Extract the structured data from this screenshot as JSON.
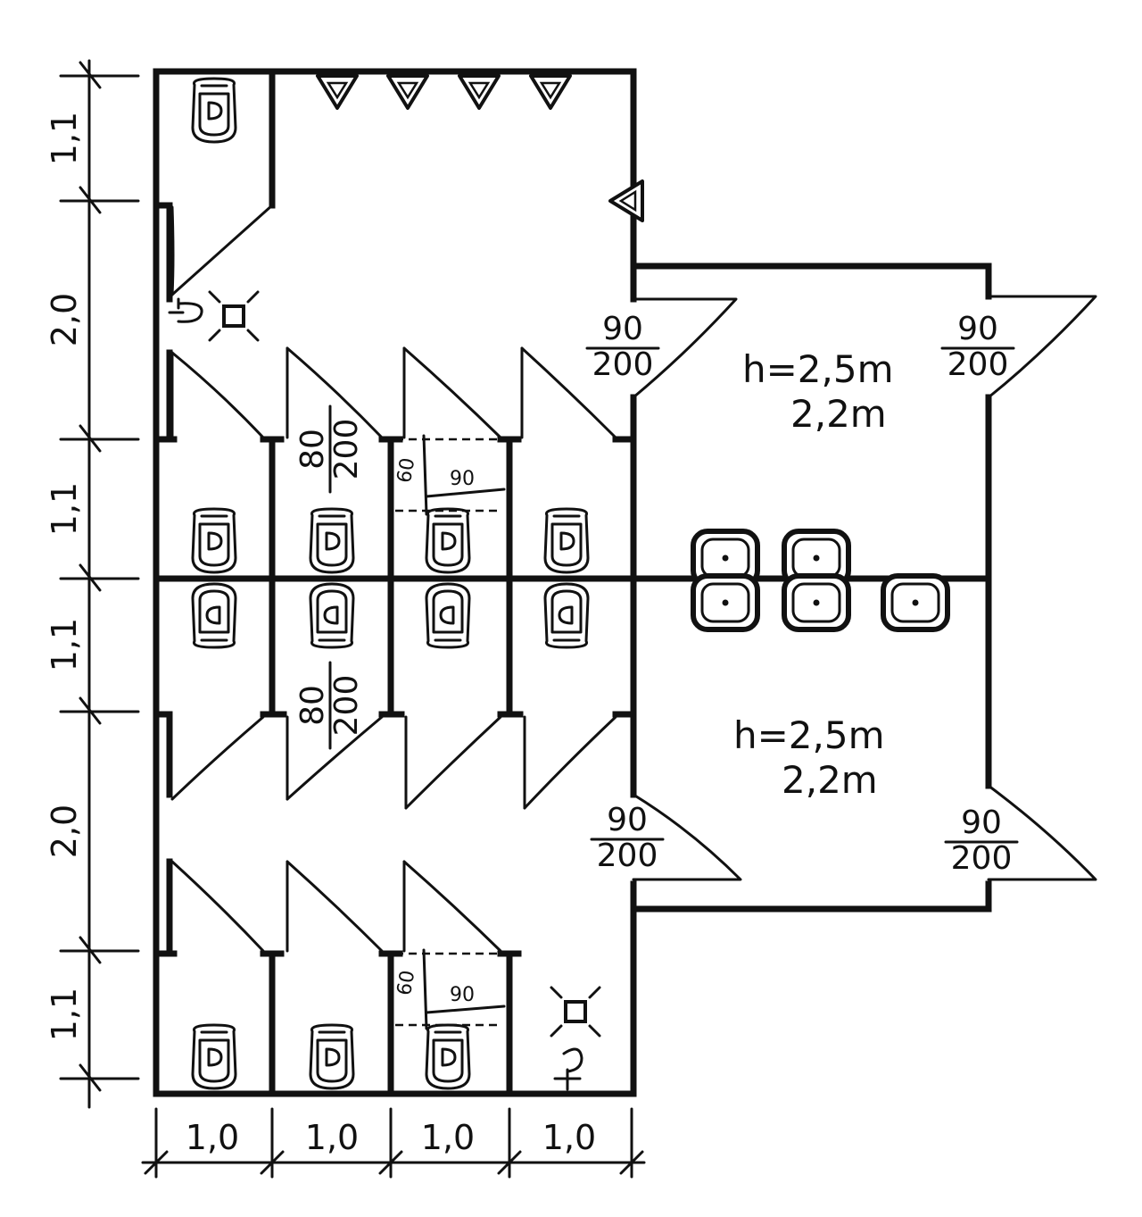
{
  "dimensions": {
    "vertical": [
      "1,1",
      "2,0",
      "1,1",
      "1,1",
      "2,0",
      "1,1"
    ],
    "horizontal": [
      "1,0",
      "1,0",
      "1,0",
      "1,0"
    ]
  },
  "door_labels": {
    "stall_upper": {
      "top": "80",
      "bottom": "200"
    },
    "stall_lower": {
      "top": "80",
      "bottom": "200"
    },
    "room_upper_left": {
      "top": "90",
      "bottom": "200"
    },
    "room_upper_right": {
      "top": "90",
      "bottom": "200"
    },
    "room_lower_left": {
      "top": "90",
      "bottom": "200"
    },
    "room_lower_right": {
      "top": "90",
      "bottom": "200"
    }
  },
  "room_upper": {
    "height": "h=2,5m",
    "height2": "2,2m"
  },
  "room_lower": {
    "height": "h=2,5m",
    "height2": "2,2m"
  },
  "clearance_upper": {
    "depth": "60",
    "width": "90"
  },
  "clearance_lower": {
    "depth": "60",
    "width": "90"
  },
  "icons": [
    "toilet-icon",
    "urinal-icon",
    "sink-icon",
    "ceiling-light-icon",
    "female-symbol-icon",
    "male-symbol-icon"
  ]
}
